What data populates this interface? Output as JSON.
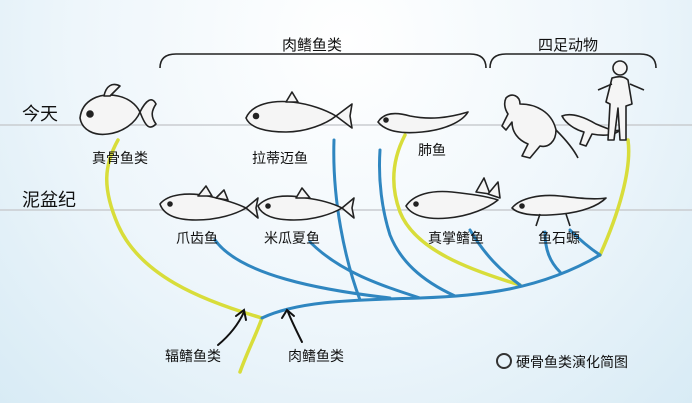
{
  "eras": {
    "today": "今天",
    "devonian": "泥盆纪"
  },
  "groups": {
    "sarcopterygii": "肉鳍鱼类",
    "tetrapods": "四足动物"
  },
  "species": {
    "teleost": "真骨鱼类",
    "coelacanth": "拉蒂迈鱼",
    "lungfish": "肺鱼",
    "placoderm": "爪齿鱼",
    "rice_fish": "米瓜夏鱼",
    "tiktaalik": "真掌鳍鱼",
    "fish_salamander": "鱼石螈"
  },
  "annotations": {
    "actinopterygii": "辐鳍鱼类",
    "sarcopterygii": "肉鳍鱼类"
  },
  "caption": "硬骨鱼类演化简图",
  "colors": {
    "ray_finned_branch": "#d8dd3a",
    "lobe_finned_branch": "#2f86c0",
    "stem": "#d8dd3a",
    "time_line": "#c9ccd0"
  }
}
